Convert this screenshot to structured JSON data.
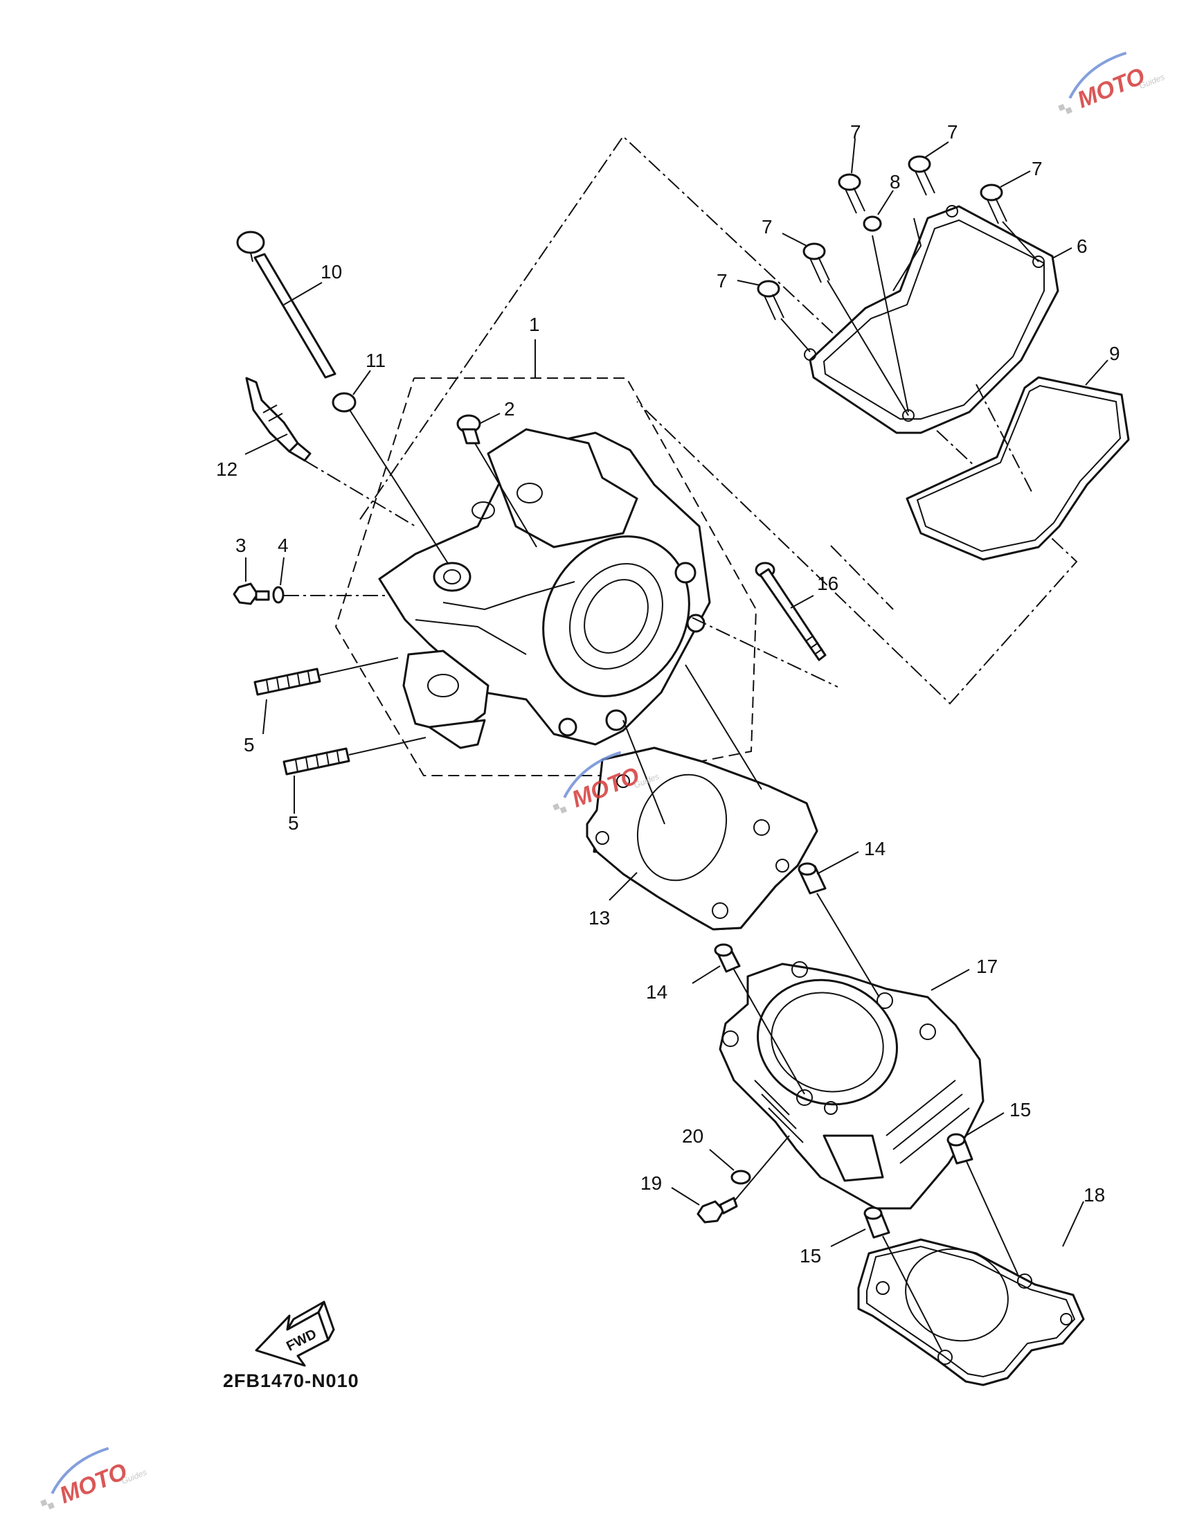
{
  "diagram": {
    "callouts": [
      {
        "id": "c1",
        "text": "1"
      },
      {
        "id": "c2",
        "text": "2"
      },
      {
        "id": "c3",
        "text": "3"
      },
      {
        "id": "c4",
        "text": "4"
      },
      {
        "id": "c5a",
        "text": "5"
      },
      {
        "id": "c5b",
        "text": "5"
      },
      {
        "id": "c6",
        "text": "6"
      },
      {
        "id": "c7a",
        "text": "7"
      },
      {
        "id": "c7b",
        "text": "7"
      },
      {
        "id": "c7c",
        "text": "7"
      },
      {
        "id": "c7d",
        "text": "7"
      },
      {
        "id": "c7e",
        "text": "7"
      },
      {
        "id": "c8",
        "text": "8"
      },
      {
        "id": "c9",
        "text": "9"
      },
      {
        "id": "c10",
        "text": "10"
      },
      {
        "id": "c11",
        "text": "11"
      },
      {
        "id": "c12",
        "text": "12"
      },
      {
        "id": "c13",
        "text": "13"
      },
      {
        "id": "c14a",
        "text": "14"
      },
      {
        "id": "c14b",
        "text": "14"
      },
      {
        "id": "c15a",
        "text": "15"
      },
      {
        "id": "c15b",
        "text": "15"
      },
      {
        "id": "c16",
        "text": "16"
      },
      {
        "id": "c17",
        "text": "17"
      },
      {
        "id": "c18",
        "text": "18"
      },
      {
        "id": "c19",
        "text": "19"
      },
      {
        "id": "c20",
        "text": "20"
      }
    ],
    "fwd_label": "FWD",
    "diagram_code": "2FB1470-N010"
  },
  "watermark": {
    "logo_text": "MOTO",
    "logo_sub": "Guides"
  },
  "colors": {
    "line": "#111111",
    "watermark_red": "#d43a3a",
    "watermark_blue": "#6f8fd6",
    "watermark_gray": "#bdbdbd"
  }
}
